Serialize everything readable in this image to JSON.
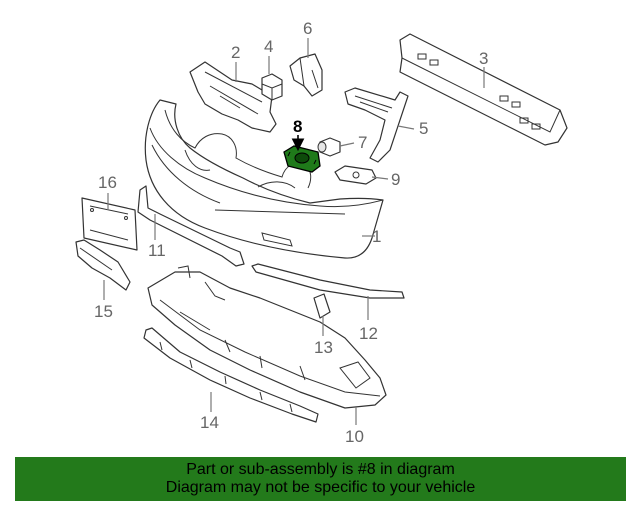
{
  "callouts": [
    "1",
    "2",
    "3",
    "4",
    "5",
    "6",
    "7",
    "8",
    "9",
    "10",
    "11",
    "12",
    "13",
    "14",
    "15",
    "16"
  ],
  "highlight": {
    "number": "8",
    "color": "#1f7a1a"
  },
  "footer": {
    "line1": "Part or sub-assembly is #8 in diagram",
    "line2": "Diagram may not be specific to your vehicle",
    "background": "#237a1b"
  }
}
